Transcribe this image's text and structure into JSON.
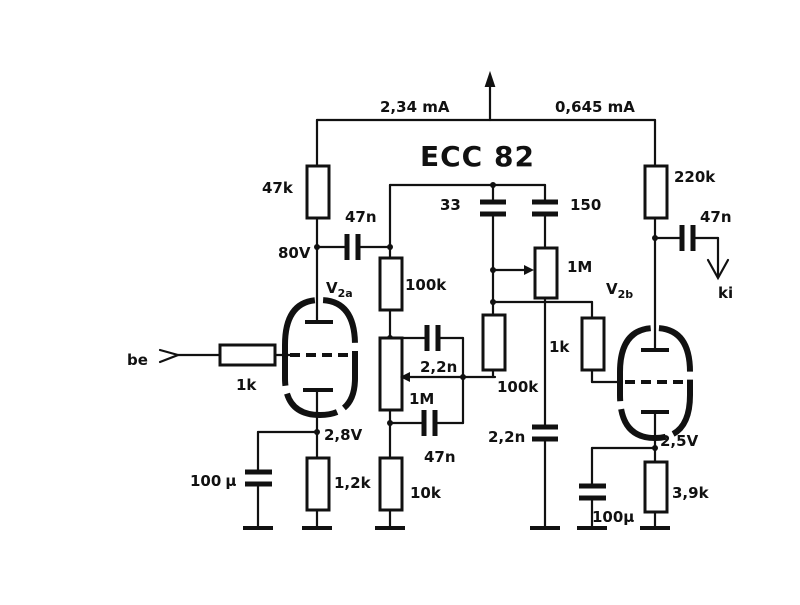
{
  "diagram": {
    "title": "ECC 82",
    "supply_current_left": "2,34 mA",
    "supply_current_right": "0,645 mA",
    "input_label": "be",
    "output_label": "ki",
    "tube_left": "V",
    "tube_left_sub": "2a",
    "tube_right": "V",
    "tube_right_sub": "2b",
    "components": {
      "r_anode_left": "47k",
      "node_anode_left": "80V",
      "c_coupling_left": "47n",
      "r_100k_left": "100k",
      "c_2n2_upper": "2,2n",
      "pot_1m_left": "1M",
      "c_47n_lower": "47n",
      "r_10k": "10k",
      "r_grid_left": "1k",
      "node_cathode_left": "2,8V",
      "c_cathode_left": "100",
      "c_cathode_left_unit": "µ",
      "r_cathode_left": "1,2k",
      "c_33": "33",
      "c_150": "150",
      "pot_1m_right": "1M",
      "r_100k_center": "100k",
      "r_1k_right": "1k",
      "c_2n2_lower": "2,2n",
      "r_anode_right": "220k",
      "c_coupling_right": "47n",
      "node_cathode_right": "2,5V",
      "c_cathode_right": "100µ",
      "r_cathode_right": "3,9k"
    }
  }
}
